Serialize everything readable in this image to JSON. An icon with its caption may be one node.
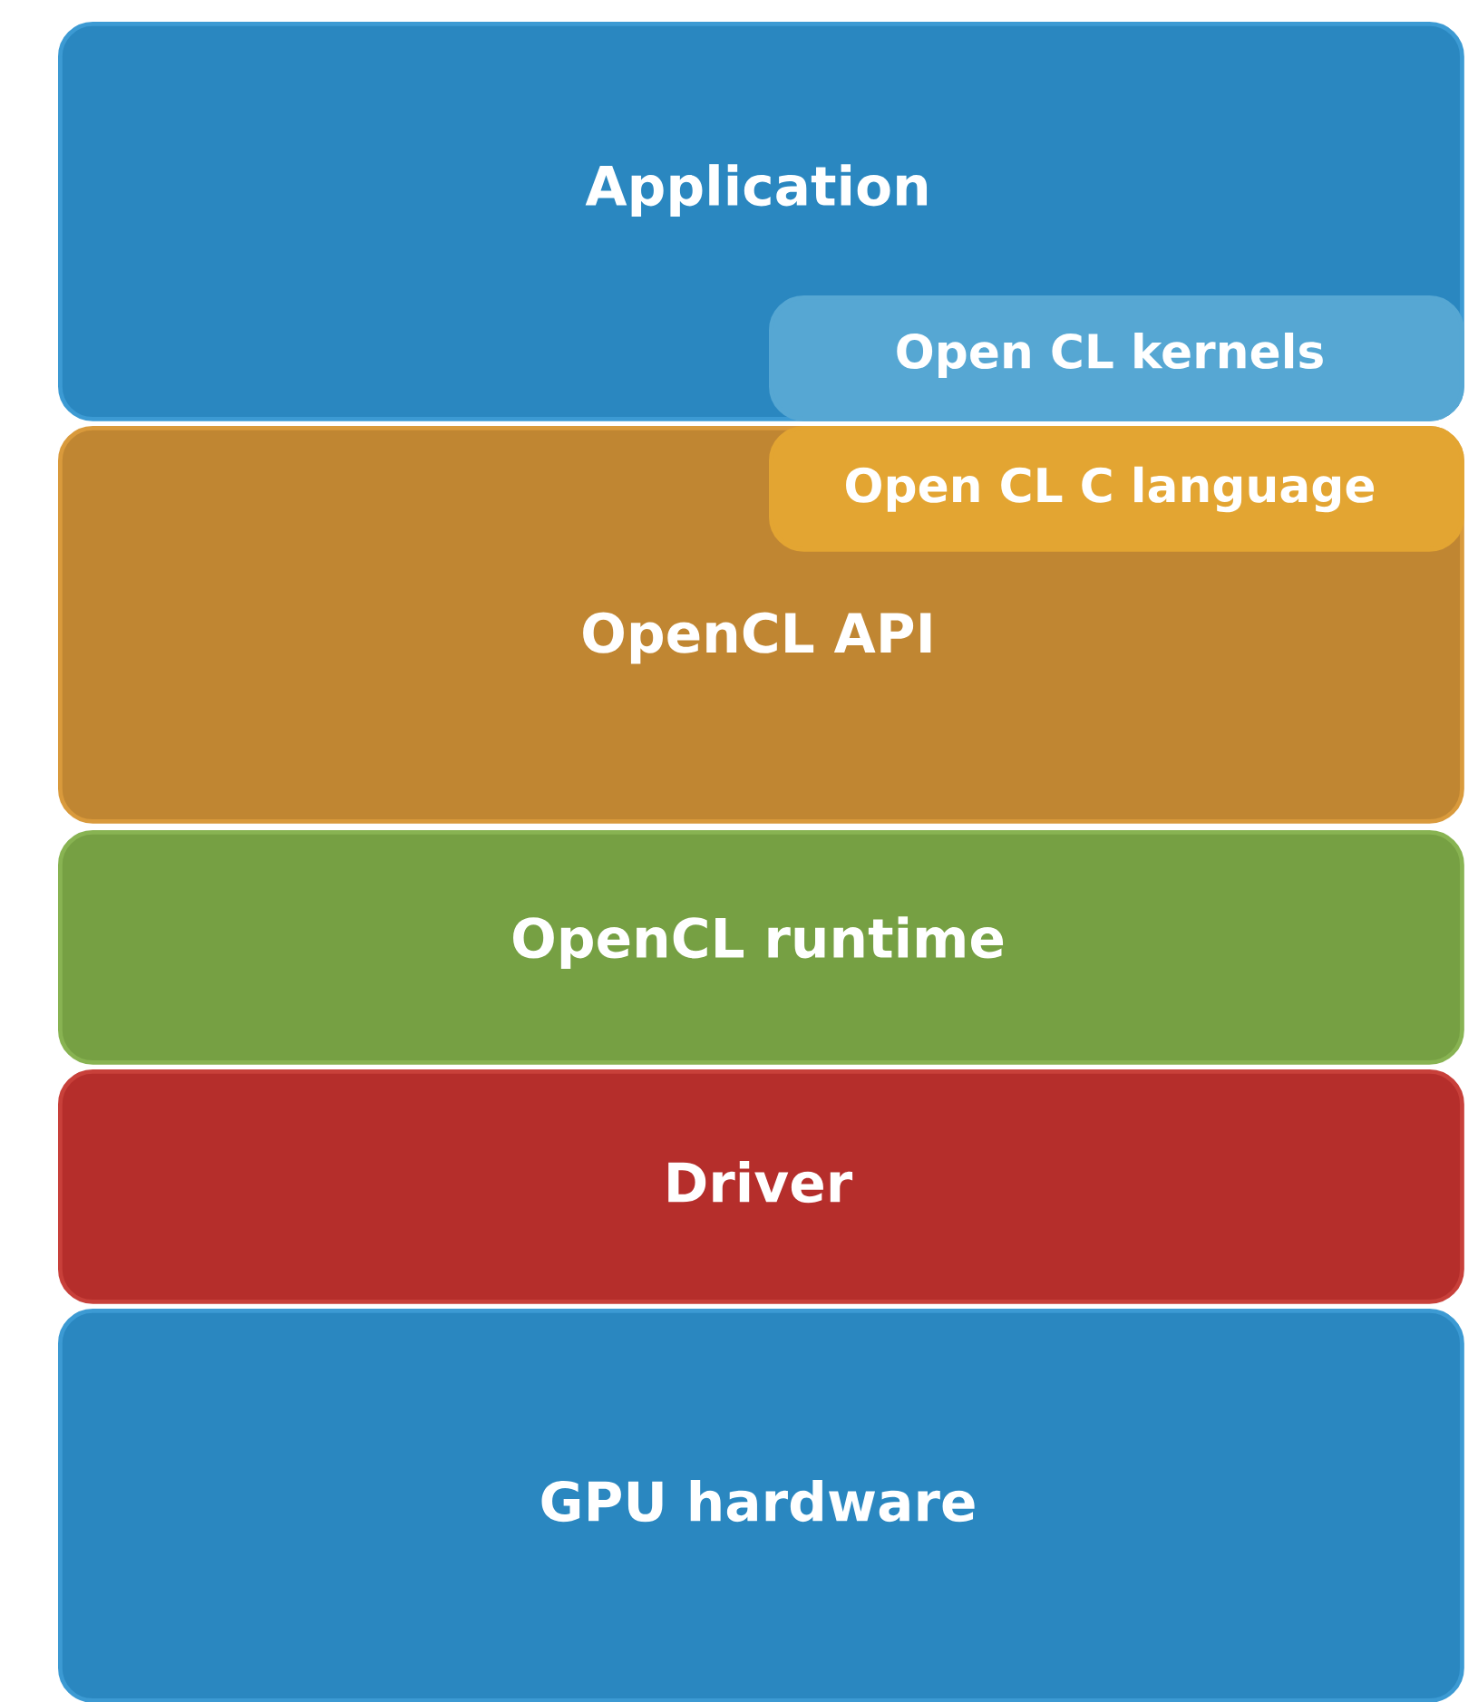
{
  "diagram": {
    "nodes": [
      {
        "text": [
          "Application"
        ]
      },
      {
        "text": [
          "Open CL kernels"
        ],
        "in": 0
      },
      {
        "text": [
          "OpenCL API"
        ]
      },
      {
        "text": [
          "Open CL C language"
        ],
        "in": 2
      },
      {
        "text": [
          "OpenCL runtime"
        ]
      },
      {
        "text": [
          "Driver"
        ]
      },
      {
        "text": [
          "GPU hardware"
        ]
      }
    ]
  }
}
